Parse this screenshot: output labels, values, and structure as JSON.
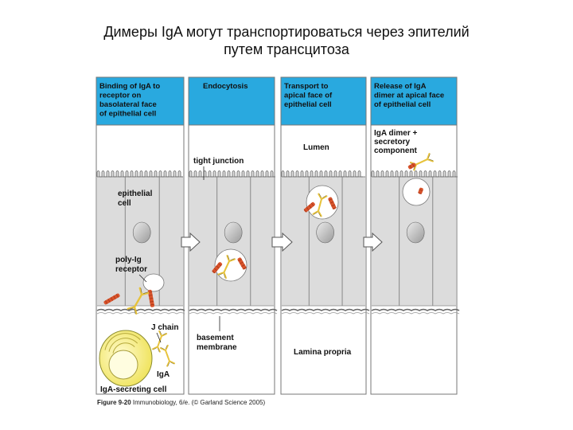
{
  "slide": {
    "title_line1": "Димеры IgA могут транспортироваться через эпителий",
    "title_line2": "путем трансцитоза"
  },
  "figure": {
    "panels": [
      {
        "header": [
          "Binding of IgA to",
          "receptor on",
          "basolateral face",
          "of epithelial cell"
        ]
      },
      {
        "header": [
          "Endocytosis"
        ]
      },
      {
        "header": [
          "Transport to",
          "apical face of",
          "epithelial cell"
        ]
      },
      {
        "header": [
          "Release of IgA",
          "dimer at apical face",
          "of epithelial cell"
        ]
      }
    ],
    "labels": {
      "epithelial_cell": [
        "epithelial",
        "cell"
      ],
      "poly_ig_receptor": [
        "poly-Ig",
        "receptor"
      ],
      "j_chain": "J chain",
      "iga": "IgA",
      "iga_secreting_cell": "IgA-secreting cell",
      "tight_junction": "tight junction",
      "basement_membrane": [
        "basement",
        "membrane"
      ],
      "lumen": "Lumen",
      "lamina_propria": "Lamina propria",
      "iga_dimer_secretory": [
        "IgA dimer +",
        "secretory",
        "component"
      ]
    },
    "caption_bold": "Figure 9-20",
    "caption_rest": " Immunobiology, 6/e. (© Garland Science 2005)"
  },
  "colors": {
    "header_fill": "#29a9df",
    "cell_fill": "#dcdcdc",
    "nucleus": "#b8b8b8",
    "plasma_cell": "#f3ee78",
    "antibody": "#e7c33c",
    "receptor": "#d9532b"
  }
}
